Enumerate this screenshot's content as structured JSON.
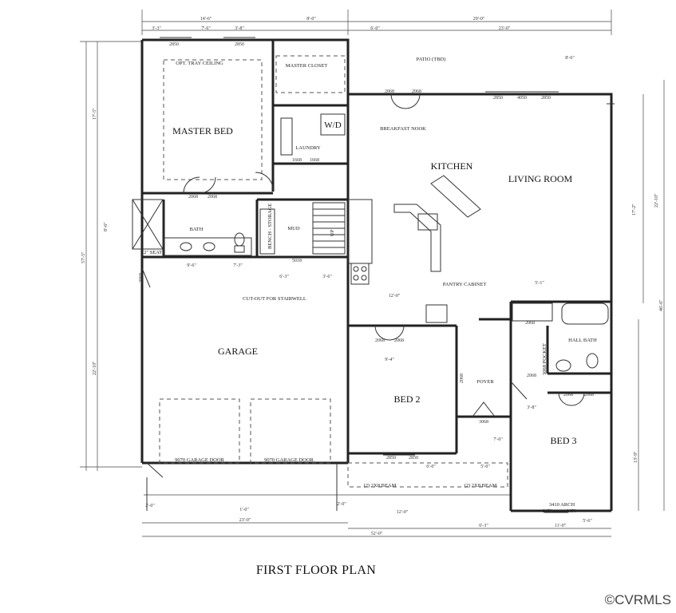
{
  "title": "FIRST FLOOR PLAN",
  "copyright": "©CVRMLS",
  "rooms": {
    "master_bed": "MASTER BED",
    "master_closet": "MASTER CLOSET",
    "laundry": "LAUNDRY",
    "washer_dryer": "W/D",
    "bath": "BATH",
    "mud": "MUD",
    "garage": "GARAGE",
    "breakfast_nook": "BREAKFAST NOOK",
    "kitchen": "KITCHEN",
    "living_room": "LIVING ROOM",
    "bed2": "BED 2",
    "foyer": "FOYER",
    "hall_bath": "HALL BATH",
    "bed3": "BED 3"
  },
  "notes": {
    "tray_ceiling": "OPT. TRAY CEILING",
    "patio": "PATIO (TBD)",
    "pantry": "PANTRY CABINET",
    "stairwell": "CUT-OUT FOR STAIRWELL",
    "seat": "12\" SEAT",
    "bench": "BENCH - STORAGE",
    "up": "UP",
    "garage_door_1": "9070 GARAGE DOOR",
    "garage_door_2": "9070 GARAGE DOOR",
    "beam_1": "(2) 2X8 BEAM",
    "beam_2": "(2) 2X8 BEAM",
    "arch": "3410 ARCH",
    "pocket": "3068 POCKET"
  },
  "dimensions": {
    "top_1": "14'-6\"",
    "top_2": "8'-0\"",
    "top_3": "29'-0\"",
    "top_4": "23'-0\"",
    "top_5": "6'-0\"",
    "top_6": "8'-6\"",
    "top_7": "3'-3\"",
    "top_8": "7'-6\"",
    "top_9": "3'-8\"",
    "left_1": "17'-5\"",
    "left_2": "57'-5\"",
    "left_3": "22'-10\"",
    "left_4": "8'-6\"",
    "right_1": "46'-6\"",
    "right_2": "22'-10\"",
    "right_3": "17'-2\"",
    "right_4": "13'-9\"",
    "bottom_1": "23'-0\"",
    "bottom_2": "52'-0\"",
    "bottom_3": "12'-0\"",
    "bottom_4": "11'-0\"",
    "bottom_5": "6'-3\"",
    "bottom_6": "2'-0\"",
    "bottom_7": "1'-0\"",
    "bottom_8": "2'-0\"",
    "bath_1": "9'-6\"",
    "bath_2": "7'-3\"",
    "mud_1": "6'-3\"",
    "mud_2": "3'-6\"",
    "hall_1": "12'-0\"",
    "hall_2": "5'-1\"",
    "bed2_1": "9'-4\"",
    "bed2_2": "6'-0\"",
    "bed2_3": "5'-0\"",
    "bed3_1": "3'-8\"",
    "bed3_2": "5'-6\"",
    "foyer_1": "7'-0\""
  },
  "door_codes": {
    "d1": "2850",
    "d2": "2850",
    "d3": "2068",
    "d4": "2068",
    "d5": "2068",
    "d6": "2068",
    "d7": "2850",
    "d8": "4050",
    "d9": "2850",
    "d10": "1668",
    "d11": "1668",
    "d12": "2068",
    "d13": "2068",
    "d14": "3068",
    "d15": "2068",
    "d16": "2068",
    "d17": "2850",
    "d18": "2850",
    "d19": "2068",
    "d20": "2068",
    "d21": "2068",
    "d22": "2850",
    "d23": "2850",
    "d24": "3068",
    "d25": "5018"
  }
}
